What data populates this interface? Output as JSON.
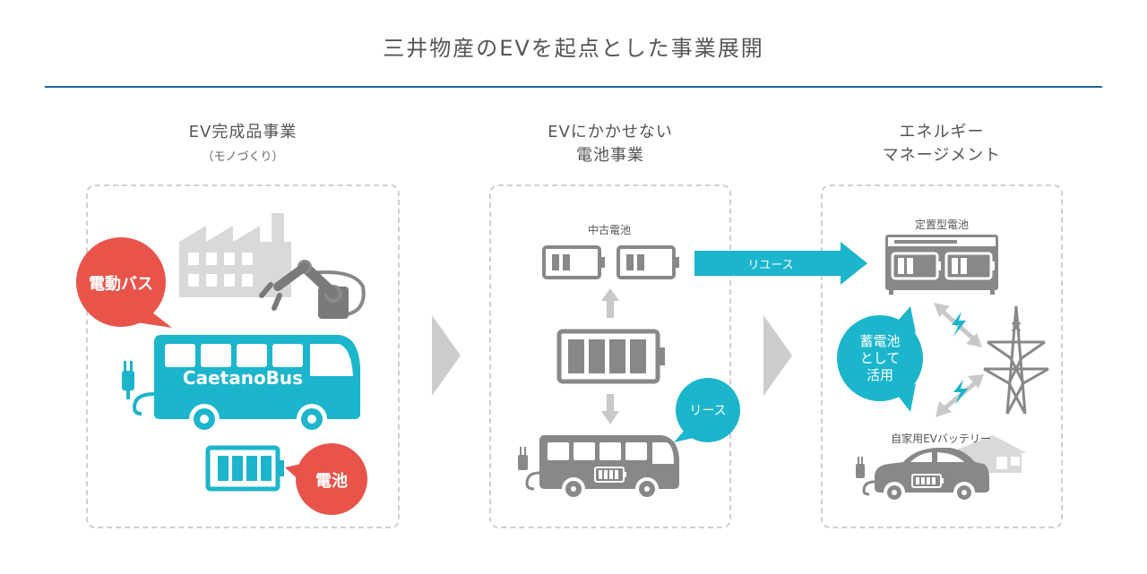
{
  "title": "三井物産のEVを起点とした事業展開",
  "columns": [
    {
      "title": "EV完成品事業",
      "subtitle": "（モノづくり）"
    },
    {
      "title_line1": "EVにかかせない",
      "title_line2": "電池事業"
    },
    {
      "title_line1": "エネルギー",
      "title_line2": "マネージメント"
    }
  ],
  "panel1": {
    "bubble_bus": "電動バス",
    "bus_brand": "CaetanoBus",
    "bubble_battery": "電池"
  },
  "panel2": {
    "used_battery_label": "中古電池",
    "lease_bubble": "リース"
  },
  "reuse_arrow_label": "リユース",
  "panel3": {
    "stationary_label": "定置型電池",
    "storage_bubble_line1": "蓄電池",
    "storage_bubble_line2": "として",
    "storage_bubble_line3": "活用",
    "home_ev_label": "自家用EVバッテリー"
  },
  "colors": {
    "teal": "#1bb5cc",
    "red": "#e9544a",
    "gray": "#888888",
    "lightgray": "#cfcfcf",
    "rule": "#1a66a6"
  }
}
